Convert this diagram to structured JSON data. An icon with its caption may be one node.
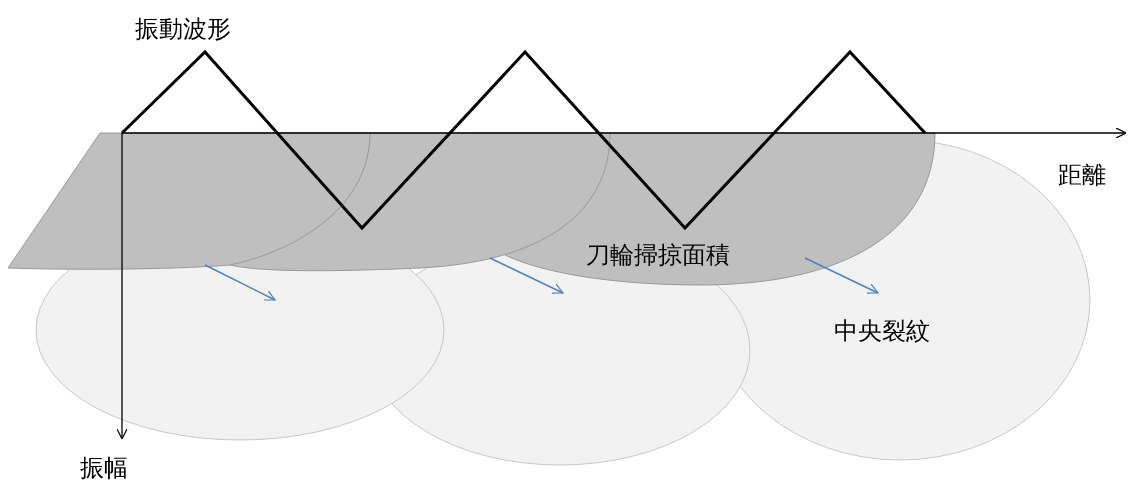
{
  "diagram": {
    "labels": [
      "振動波形",
      "距離",
      "刀輪掃掠面積",
      "中央裂紋",
      "振幅"
    ]
  }
}
